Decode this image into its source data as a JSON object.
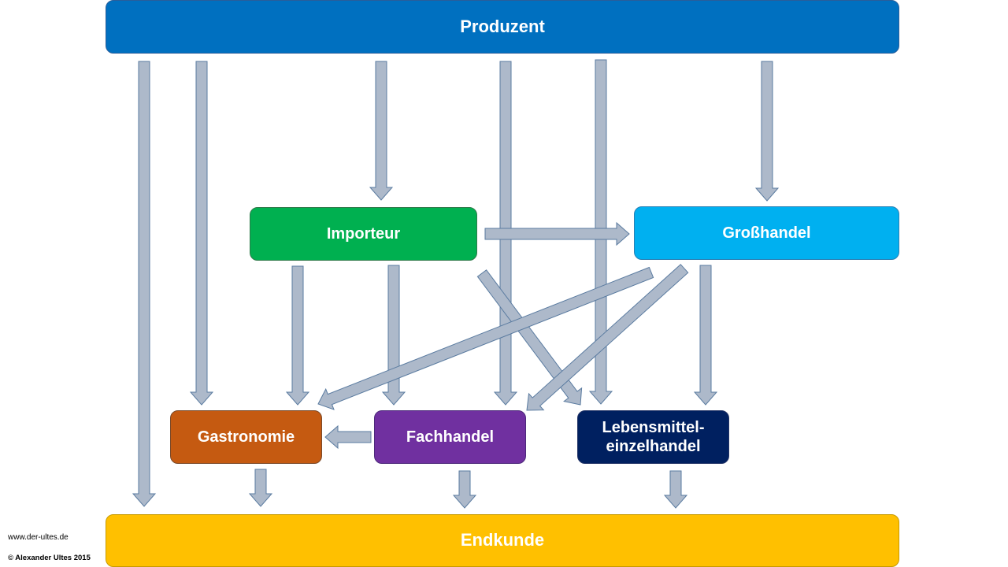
{
  "diagram": {
    "nodes": {
      "produzent": {
        "label": "Produzent",
        "color": "#0070C0"
      },
      "importeur": {
        "label": "Importeur",
        "color": "#00B050"
      },
      "grosshandel": {
        "label": "Großhandel",
        "color": "#00B0F0"
      },
      "gastronomie": {
        "label": "Gastronomie",
        "color": "#C55A11"
      },
      "fachhandel": {
        "label": "Fachhandel",
        "color": "#7030A0"
      },
      "lebensmittel": {
        "label": "Lebensmittel-\neinzelhandel",
        "color": "#002060"
      },
      "endkunde": {
        "label": "Endkunde",
        "color": "#FFC000"
      }
    },
    "arrow_color": "#ADB9CA",
    "arrow_border": "#5A7BA0",
    "edges": [
      {
        "from": "produzent",
        "to": "endkunde"
      },
      {
        "from": "produzent",
        "to": "gastronomie"
      },
      {
        "from": "produzent",
        "to": "importeur"
      },
      {
        "from": "produzent",
        "to": "fachhandel"
      },
      {
        "from": "produzent",
        "to": "lebensmittel"
      },
      {
        "from": "produzent",
        "to": "grosshandel"
      },
      {
        "from": "importeur",
        "to": "grosshandel"
      },
      {
        "from": "importeur",
        "to": "gastronomie"
      },
      {
        "from": "importeur",
        "to": "fachhandel"
      },
      {
        "from": "importeur",
        "to": "lebensmittel"
      },
      {
        "from": "grosshandel",
        "to": "gastronomie"
      },
      {
        "from": "grosshandel",
        "to": "fachhandel"
      },
      {
        "from": "grosshandel",
        "to": "lebensmittel"
      },
      {
        "from": "fachhandel",
        "to": "gastronomie"
      },
      {
        "from": "gastronomie",
        "to": "endkunde"
      },
      {
        "from": "fachhandel",
        "to": "endkunde"
      },
      {
        "from": "lebensmittel",
        "to": "endkunde"
      }
    ]
  },
  "footer": {
    "url": "www.der-ultes.de",
    "copyright": "© Alexander Ultes 2015"
  }
}
